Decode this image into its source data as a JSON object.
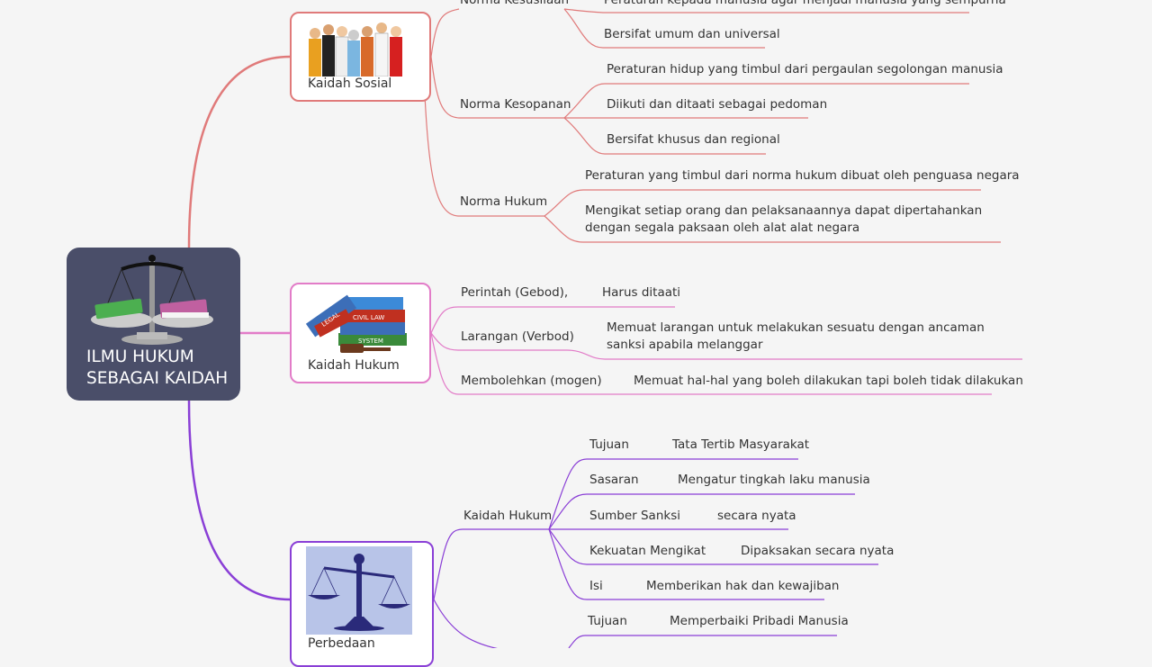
{
  "root": {
    "line1": "ILMU HUKUM",
    "line2": "SEBAGAI KAIDAH"
  },
  "colors": {
    "social": "#e07a7a",
    "hukum": "#e27cc8",
    "perbedaan": "#8a3fd6",
    "root_bg": "#4a4e69"
  },
  "icons": {
    "root": "scales-of-justice-icon",
    "social": "people-group-icon",
    "hukum": "law-books-gavel-icon",
    "perbedaan": "balance-scale-icon"
  },
  "sosial": {
    "label": "Kaidah Sosial",
    "kesusilaan": {
      "label": "Norma Kesusilaan",
      "items": [
        "Peraturan kepada manusia agar menjadi manusia yang sempurna",
        "Bersifat umum dan universal"
      ]
    },
    "kesopanan": {
      "label": "Norma Kesopanan",
      "items": [
        "Peraturan hidup yang timbul dari pergaulan segolongan manusia",
        "Diikuti dan ditaati sebagai pedoman",
        "Bersifat khusus dan regional"
      ]
    },
    "hukum": {
      "label": "Norma Hukum",
      "items": [
        "Peraturan yang timbul dari norma hukum dibuat oleh penguasa negara",
        "Mengikat setiap orang dan pelaksanaannya dapat dipertahankan dengan segala paksaan oleh alat alat negara"
      ]
    }
  },
  "kaidah_hukum": {
    "label": "Kaidah Hukum",
    "book_labels": [
      "LEGAL",
      "CIVIL LAW",
      "SYSTEM"
    ],
    "rows": [
      {
        "key": "Perintah (Gebod),",
        "value": "Harus ditaati"
      },
      {
        "key": "Larangan (Verbod)",
        "value": "Memuat larangan untuk melakukan sesuatu dengan ancaman sanksi apabila melanggar"
      },
      {
        "key": "Membolehkan (mogen)",
        "value": "Memuat hal-hal yang boleh dilakukan tapi boleh tidak dilakukan"
      }
    ]
  },
  "perbedaan": {
    "label": "Perbedaan",
    "kaidah_hukum": {
      "label": "Kaidah Hukum",
      "rows": [
        {
          "key": "Tujuan",
          "value": "Tata Tertib Masyarakat"
        },
        {
          "key": "Sasaran",
          "value": "Mengatur tingkah laku manusia"
        },
        {
          "key": "Sumber Sanksi",
          "value": "secara nyata"
        },
        {
          "key": "Kekuatan Mengikat",
          "value": "Dipaksakan secara nyata"
        },
        {
          "key": "Isi",
          "value": "Memberikan hak dan kewajiban"
        }
      ]
    },
    "next": {
      "rows": [
        {
          "key": "Tujuan",
          "value": "Memperbaiki Pribadi Manusia"
        }
      ]
    }
  }
}
